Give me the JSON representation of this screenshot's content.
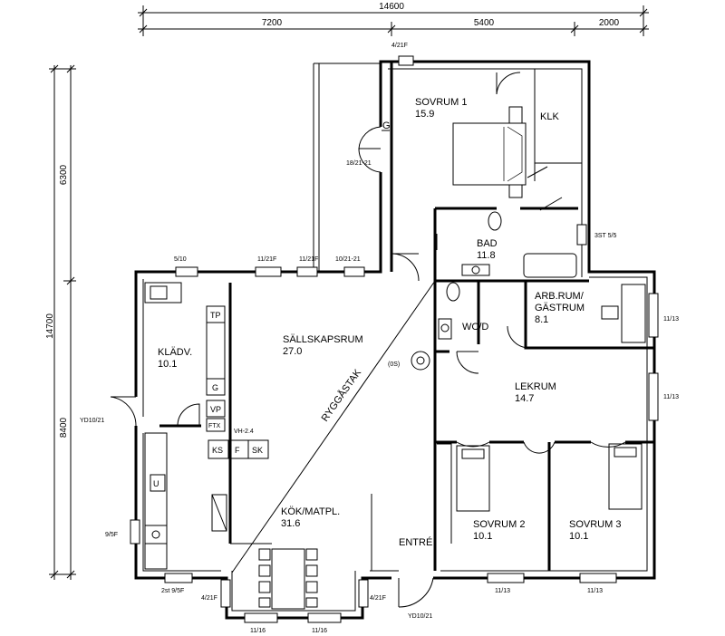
{
  "dimensions": {
    "total_width": "14600",
    "seg_a": "7200",
    "seg_b": "5400",
    "seg_c": "2000",
    "total_height": "14700",
    "upper_height": "6300",
    "lower_height": "8400"
  },
  "rooms": {
    "sovrum1": {
      "name": "SOVRUM 1",
      "area": "15.9"
    },
    "klk": {
      "name": "KLK"
    },
    "bad": {
      "name": "BAD",
      "area": "11.8"
    },
    "sallskap": {
      "name": "SÄLLSKAPSRUM",
      "area": "27.0"
    },
    "kladv": {
      "name": "KLÄDV.",
      "area": "10.1"
    },
    "wc": {
      "name": "WC/D"
    },
    "arb": {
      "name1": "ARB.RUM/",
      "name2": "GÄSTRUM",
      "area": "8.1"
    },
    "lekrum": {
      "name": "LEKRUM",
      "area": "14.7"
    },
    "sovrum2": {
      "name": "SOVRUM 2",
      "area": "10.1"
    },
    "sovrum3": {
      "name": "SOVRUM 3",
      "area": "10.1"
    },
    "kok": {
      "name": "KÖK/MATPL.",
      "area": "31.6"
    },
    "entre": {
      "name": "ENTRÉ"
    },
    "ryggastak": {
      "name": "RYGGÅSTAK"
    }
  },
  "labels": {
    "w_4_21f_top": "4/21F",
    "g_closet": "G",
    "door_18_21": "18/21-21",
    "w_5_10": "5/10",
    "w_11_21f_a": "11/21F",
    "w_11_21f_b": "11/21F",
    "w_10_21": "10/21-21",
    "w_3st": "3ST 5/5",
    "w_11_13_a": "11/13",
    "w_11_13_b": "11/13",
    "yd_10_21_left": "YD10/21",
    "w_9_5f": "9/5F",
    "w_2st": "2st 9/5F",
    "w_4_21f_bl": "4/21F",
    "w_4_21f_br": "4/21F",
    "w_11_16_a": "11/16",
    "w_11_16_b": "11/16",
    "yd_10_21_bottom": "YD10/21",
    "w_11_13_c": "11/13",
    "w_11_13_d": "11/13",
    "os": "(0S)",
    "vh": "VH-2.4"
  },
  "equipment": {
    "tp": "TP",
    "g": "G",
    "vp": "VP",
    "ftx": "FTX",
    "ks": "KS",
    "f": "F",
    "sk": "SK",
    "u": "U"
  }
}
